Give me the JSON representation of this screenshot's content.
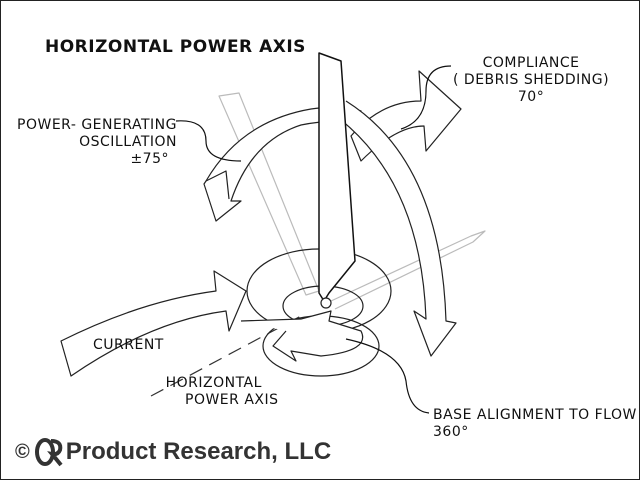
{
  "title": "HORIZONTAL POWER AXIS",
  "labels": {
    "compliance": [
      "COMPLIANCE",
      "( DEBRIS SHEDDING)",
      "70°"
    ],
    "oscillation": [
      "POWER- GENERATING",
      "OSCILLATION",
      "±75°"
    ],
    "current": "CURRENT",
    "horizontal_axis": [
      "HORIZONTAL",
      "POWER AXIS"
    ],
    "base_alignment": [
      "BASE ALIGNMENT TO FLOW",
      "360°"
    ]
  },
  "copyright": {
    "symbol": "©",
    "logo_text": "PR",
    "company": "Product Research, LLC"
  }
}
